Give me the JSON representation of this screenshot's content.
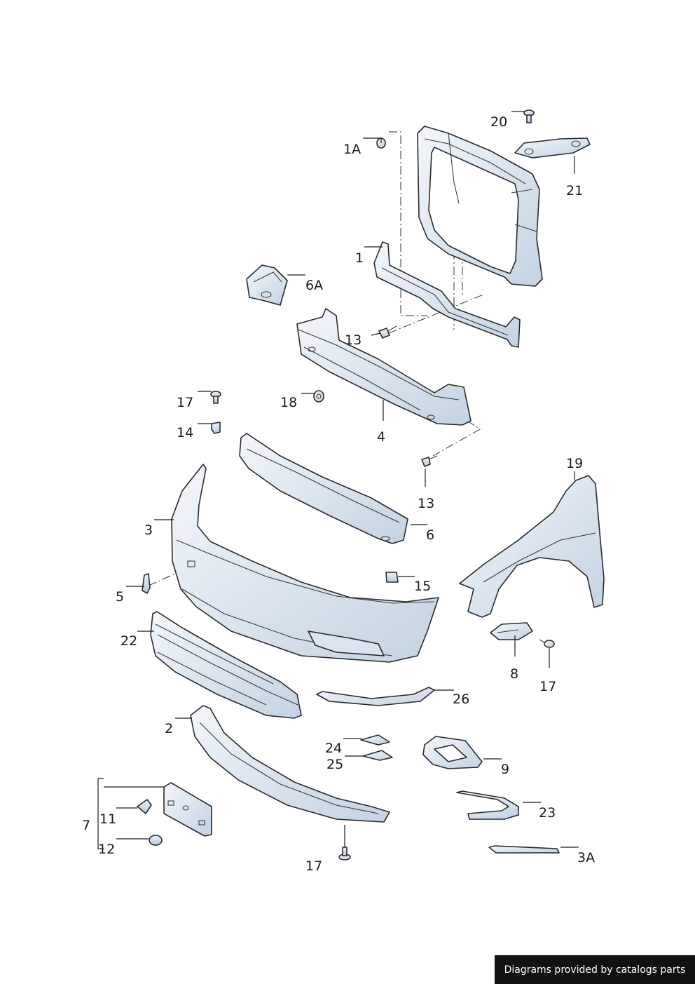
{
  "callouts": {
    "c1A": "1A",
    "c20": "20",
    "c21": "21",
    "c1": "1",
    "c6A": "6A",
    "c13a": "13",
    "c17a": "17",
    "c18": "18",
    "c14": "14",
    "c4": "4",
    "c13b": "13",
    "c19": "19",
    "c3": "3",
    "c6": "6",
    "c5": "5",
    "c15": "15",
    "c22": "22",
    "c8": "8",
    "c17b": "17",
    "c26": "26",
    "c2": "2",
    "c24": "24",
    "c25": "25",
    "c9": "9",
    "c7": "7",
    "c11": "11",
    "c23": "23",
    "c12": "12",
    "c3A": "3A",
    "c17c": "17"
  },
  "credit": "Diagrams provided by catalogs parts",
  "colors": {
    "part_fill": "#e4ecf5",
    "part_shade": "#c6d4e3",
    "ink": "#1a1a1a"
  }
}
